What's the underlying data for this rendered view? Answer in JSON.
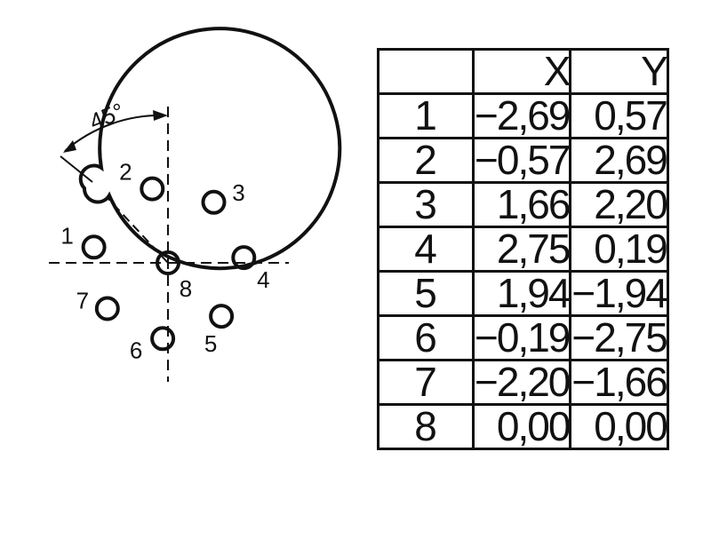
{
  "angle_label": "45°",
  "pins": [
    {
      "label": "1",
      "x": -2.69,
      "y": 0.57
    },
    {
      "label": "2",
      "x": -0.57,
      "y": 2.69
    },
    {
      "label": "3",
      "x": 1.66,
      "y": 2.2
    },
    {
      "label": "4",
      "x": 2.75,
      "y": 0.19
    },
    {
      "label": "5",
      "x": 1.94,
      "y": -1.94
    },
    {
      "label": "6",
      "x": -0.19,
      "y": -2.75
    },
    {
      "label": "7",
      "x": -2.2,
      "y": -1.66
    },
    {
      "label": "8",
      "x": 0.0,
      "y": 0.0
    }
  ],
  "table": {
    "header": [
      "",
      "X",
      "Y"
    ],
    "rows": [
      [
        "1",
        "−2,69",
        "0,57"
      ],
      [
        "2",
        "−0,57",
        "2,69"
      ],
      [
        "3",
        "1,66",
        "2,20"
      ],
      [
        "4",
        "2,75",
        "0,19"
      ],
      [
        "5",
        "1,94",
        "−1,94"
      ],
      [
        "6",
        "−0,19",
        "−2,75"
      ],
      [
        "7",
        "−2,20",
        "−1,66"
      ],
      [
        "8",
        "0,00",
        "0,00"
      ]
    ]
  }
}
